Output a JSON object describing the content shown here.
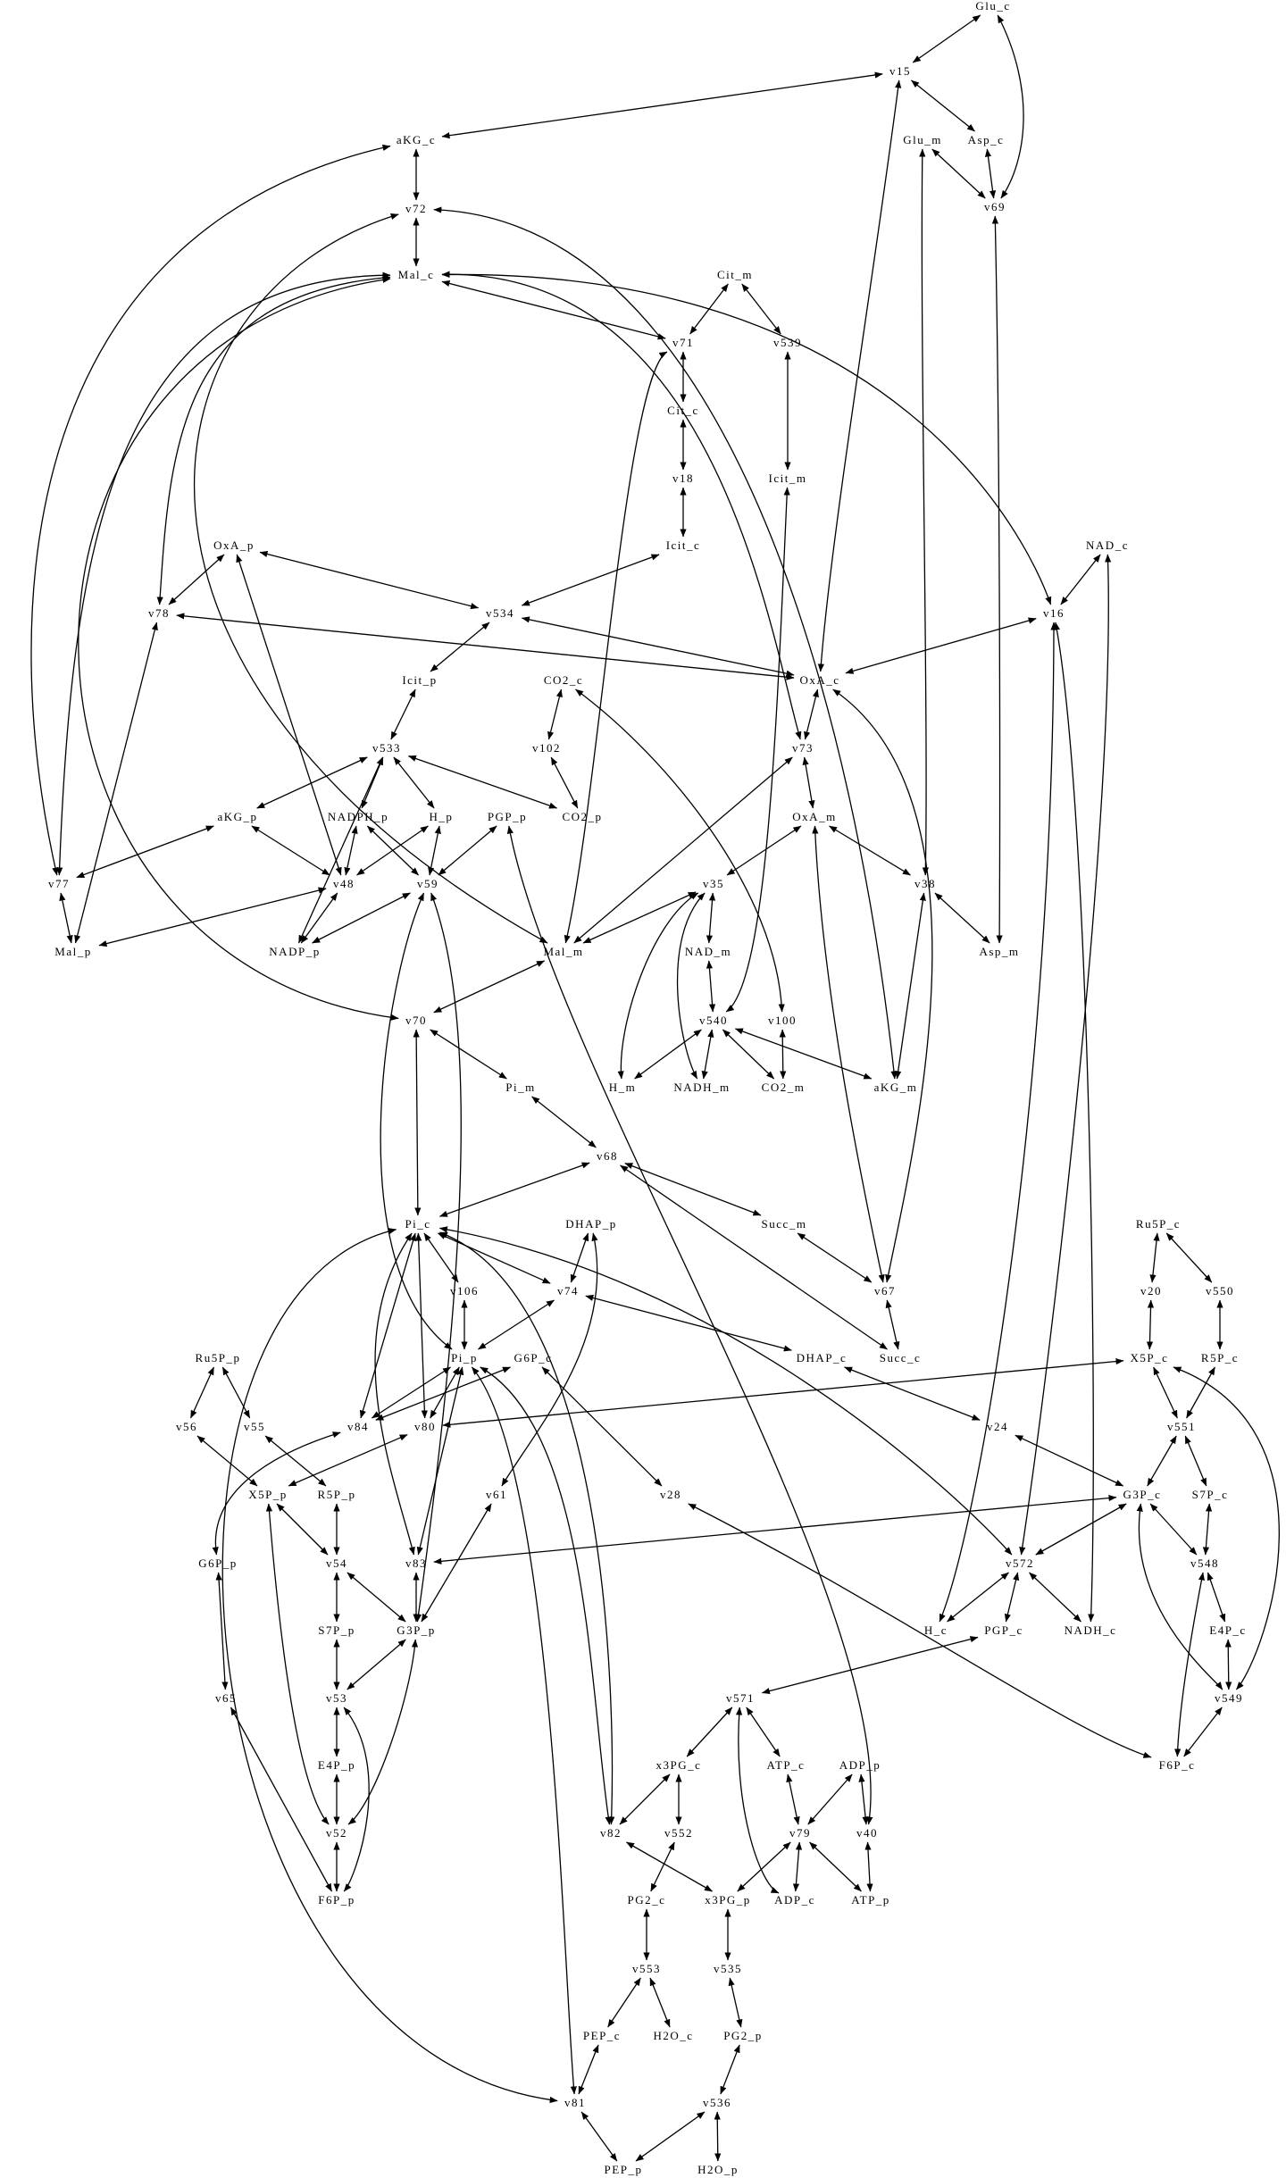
{
  "diagram": {
    "title": "",
    "nodes": [
      {
        "id": "Glu_c",
        "label": "Glu_c"
      },
      {
        "id": "v15",
        "label": "v15"
      },
      {
        "id": "Glu_m",
        "label": "Glu_m"
      },
      {
        "id": "Asp_c",
        "label": "Asp_c"
      },
      {
        "id": "aKG_c",
        "label": "aKG_c"
      },
      {
        "id": "v69",
        "label": "v69"
      },
      {
        "id": "v72",
        "label": "v72"
      },
      {
        "id": "Mal_c",
        "label": "Mal_c"
      },
      {
        "id": "Cit_m",
        "label": "Cit_m"
      },
      {
        "id": "v71",
        "label": "v71"
      },
      {
        "id": "v539",
        "label": "v539"
      },
      {
        "id": "Cit_c",
        "label": "Cit_c"
      },
      {
        "id": "v18",
        "label": "v18"
      },
      {
        "id": "Icit_m",
        "label": "Icit_m"
      },
      {
        "id": "Icit_c",
        "label": "Icit_c"
      },
      {
        "id": "NAD_c",
        "label": "NAD_c"
      },
      {
        "id": "OxA_p",
        "label": "OxA_p"
      },
      {
        "id": "v78",
        "label": "v78"
      },
      {
        "id": "v534",
        "label": "v534"
      },
      {
        "id": "v16",
        "label": "v16"
      },
      {
        "id": "OxA_c",
        "label": "OxA_c"
      },
      {
        "id": "Icit_p",
        "label": "Icit_p"
      },
      {
        "id": "CO2_c",
        "label": "CO2_c"
      },
      {
        "id": "v533",
        "label": "v533"
      },
      {
        "id": "v102",
        "label": "v102"
      },
      {
        "id": "v73",
        "label": "v73"
      },
      {
        "id": "aKG_p",
        "label": "aKG_p"
      },
      {
        "id": "NADPH_p",
        "label": "NADPH_p"
      },
      {
        "id": "H_p",
        "label": "H_p"
      },
      {
        "id": "PGP_p",
        "label": "PGP_p"
      },
      {
        "id": "CO2_p",
        "label": "CO2_p"
      },
      {
        "id": "OxA_m",
        "label": "OxA_m"
      },
      {
        "id": "v77",
        "label": "v77"
      },
      {
        "id": "v48",
        "label": "v48"
      },
      {
        "id": "v59",
        "label": "v59"
      },
      {
        "id": "v35",
        "label": "v35"
      },
      {
        "id": "v38",
        "label": "v38"
      },
      {
        "id": "Mal_p",
        "label": "Mal_p"
      },
      {
        "id": "NADP_p",
        "label": "NADP_p"
      },
      {
        "id": "Mal_m",
        "label": "Mal_m"
      },
      {
        "id": "NAD_m",
        "label": "NAD_m"
      },
      {
        "id": "Asp_m",
        "label": "Asp_m"
      },
      {
        "id": "v70",
        "label": "v70"
      },
      {
        "id": "v540",
        "label": "v540"
      },
      {
        "id": "v100",
        "label": "v100"
      },
      {
        "id": "H_m",
        "label": "H_m"
      },
      {
        "id": "NADH_m",
        "label": "NADH_m"
      },
      {
        "id": "CO2_m",
        "label": "CO2_m"
      },
      {
        "id": "aKG_m",
        "label": "aKG_m"
      },
      {
        "id": "Pi_m",
        "label": "Pi_m"
      },
      {
        "id": "v68",
        "label": "v68"
      },
      {
        "id": "Pi_c",
        "label": "Pi_c"
      },
      {
        "id": "DHAP_p",
        "label": "DHAP_p"
      },
      {
        "id": "Succ_m",
        "label": "Succ_m"
      },
      {
        "id": "Ru5P_c",
        "label": "Ru5P_c"
      },
      {
        "id": "v106",
        "label": "v106"
      },
      {
        "id": "v74",
        "label": "v74"
      },
      {
        "id": "v67",
        "label": "v67"
      },
      {
        "id": "v20",
        "label": "v20"
      },
      {
        "id": "v550",
        "label": "v550"
      },
      {
        "id": "Ru5P_p",
        "label": "Ru5P_p"
      },
      {
        "id": "Pi_p",
        "label": "Pi_p"
      },
      {
        "id": "G6P_c",
        "label": "G6P_c"
      },
      {
        "id": "DHAP_c",
        "label": "DHAP_c"
      },
      {
        "id": "Succ_c",
        "label": "Succ_c"
      },
      {
        "id": "X5P_c",
        "label": "X5P_c"
      },
      {
        "id": "R5P_c",
        "label": "R5P_c"
      },
      {
        "id": "v56",
        "label": "v56"
      },
      {
        "id": "v55",
        "label": "v55"
      },
      {
        "id": "v84",
        "label": "v84"
      },
      {
        "id": "v80",
        "label": "v80"
      },
      {
        "id": "v24",
        "label": "v24"
      },
      {
        "id": "v551",
        "label": "v551"
      },
      {
        "id": "X5P_p",
        "label": "X5P_p"
      },
      {
        "id": "R5P_p",
        "label": "R5P_p"
      },
      {
        "id": "v61",
        "label": "v61"
      },
      {
        "id": "v28",
        "label": "v28"
      },
      {
        "id": "G3P_c",
        "label": "G3P_c"
      },
      {
        "id": "S7P_c",
        "label": "S7P_c"
      },
      {
        "id": "G6P_p",
        "label": "G6P_p"
      },
      {
        "id": "v54",
        "label": "v54"
      },
      {
        "id": "v83",
        "label": "v83"
      },
      {
        "id": "v572",
        "label": "v572"
      },
      {
        "id": "v548",
        "label": "v548"
      },
      {
        "id": "S7P_p",
        "label": "S7P_p"
      },
      {
        "id": "G3P_p",
        "label": "G3P_p"
      },
      {
        "id": "H_c",
        "label": "H_c"
      },
      {
        "id": "PGP_c",
        "label": "PGP_c"
      },
      {
        "id": "NADH_c",
        "label": "NADH_c"
      },
      {
        "id": "E4P_c",
        "label": "E4P_c"
      },
      {
        "id": "v65",
        "label": "v65"
      },
      {
        "id": "v53",
        "label": "v53"
      },
      {
        "id": "v571",
        "label": "v571"
      },
      {
        "id": "v549",
        "label": "v549"
      },
      {
        "id": "E4P_p",
        "label": "E4P_p"
      },
      {
        "id": "x3PG_c",
        "label": "x3PG_c"
      },
      {
        "id": "ATP_c",
        "label": "ATP_c"
      },
      {
        "id": "ADP_p",
        "label": "ADP_p"
      },
      {
        "id": "F6P_c",
        "label": "F6P_c"
      },
      {
        "id": "v52",
        "label": "v52"
      },
      {
        "id": "v82",
        "label": "v82"
      },
      {
        "id": "v552",
        "label": "v552"
      },
      {
        "id": "v79",
        "label": "v79"
      },
      {
        "id": "v40",
        "label": "v40"
      },
      {
        "id": "F6P_p",
        "label": "F6P_p"
      },
      {
        "id": "PG2_c",
        "label": "PG2_c"
      },
      {
        "id": "x3PG_p",
        "label": "x3PG_p"
      },
      {
        "id": "ADP_c",
        "label": "ADP_c"
      },
      {
        "id": "ATP_p",
        "label": "ATP_p"
      },
      {
        "id": "v553",
        "label": "v553"
      },
      {
        "id": "v535",
        "label": "v535"
      },
      {
        "id": "PEP_c",
        "label": "PEP_c"
      },
      {
        "id": "H2O_c",
        "label": "H2O_c"
      },
      {
        "id": "PG2_p",
        "label": "PG2_p"
      },
      {
        "id": "v81",
        "label": "v81"
      },
      {
        "id": "v536",
        "label": "v536"
      },
      {
        "id": "PEP_p",
        "label": "PEP_p"
      },
      {
        "id": "H2O_p",
        "label": "H2O_p"
      }
    ],
    "edges": [
      [
        "Glu_c",
        "v15"
      ],
      [
        "v15",
        "aKG_c"
      ],
      [
        "v15",
        "Asp_c"
      ],
      [
        "v15",
        "OxA_c"
      ],
      [
        "Glu_c",
        "v69"
      ],
      [
        "Glu_m",
        "v69"
      ],
      [
        "Asp_c",
        "v69"
      ],
      [
        "v69",
        "Asp_m"
      ],
      [
        "Glu_m",
        "v38"
      ],
      [
        "aKG_c",
        "v72"
      ],
      [
        "aKG_c",
        "v77"
      ],
      [
        "v72",
        "Mal_c"
      ],
      [
        "v72",
        "aKG_m"
      ],
      [
        "v72",
        "Mal_m"
      ],
      [
        "Mal_c",
        "v71"
      ],
      [
        "Mal_c",
        "v78"
      ],
      [
        "Mal_c",
        "v77"
      ],
      [
        "Mal_c",
        "v70"
      ],
      [
        "Mal_c",
        "v73"
      ],
      [
        "Mal_c",
        "v16"
      ],
      [
        "Cit_m",
        "v71"
      ],
      [
        "Cit_m",
        "v539"
      ],
      [
        "v71",
        "Cit_c"
      ],
      [
        "v71",
        "Mal_m"
      ],
      [
        "Cit_c",
        "v18"
      ],
      [
        "v18",
        "Icit_c"
      ],
      [
        "v539",
        "Icit_m"
      ],
      [
        "Icit_m",
        "v540"
      ],
      [
        "Icit_c",
        "v534"
      ],
      [
        "OxA_p",
        "v534"
      ],
      [
        "OxA_p",
        "v78"
      ],
      [
        "OxA_p",
        "v48"
      ],
      [
        "v534",
        "OxA_c"
      ],
      [
        "v534",
        "Icit_p"
      ],
      [
        "v78",
        "OxA_c"
      ],
      [
        "v78",
        "Mal_p"
      ],
      [
        "NAD_c",
        "v16"
      ],
      [
        "v16",
        "OxA_c"
      ],
      [
        "v16",
        "H_c"
      ],
      [
        "v16",
        "NADH_c"
      ],
      [
        "NAD_c",
        "v572"
      ],
      [
        "OxA_c",
        "v73"
      ],
      [
        "OxA_c",
        "v67"
      ],
      [
        "v73",
        "OxA_m"
      ],
      [
        "v73",
        "Mal_m"
      ],
      [
        "Icit_p",
        "v533"
      ],
      [
        "v533",
        "aKG_p"
      ],
      [
        "v533",
        "NADPH_p"
      ],
      [
        "v533",
        "H_p"
      ],
      [
        "v533",
        "CO2_p"
      ],
      [
        "v533",
        "NADP_p"
      ],
      [
        "CO2_c",
        "v102"
      ],
      [
        "v102",
        "CO2_p"
      ],
      [
        "CO2_c",
        "v100"
      ],
      [
        "v100",
        "CO2_m"
      ],
      [
        "NADPH_p",
        "v48"
      ],
      [
        "NADPH_p",
        "v59"
      ],
      [
        "H_p",
        "v48"
      ],
      [
        "H_p",
        "v59"
      ],
      [
        "PGP_p",
        "v59"
      ],
      [
        "PGP_p",
        "v40"
      ],
      [
        "aKG_p",
        "v77"
      ],
      [
        "aKG_p",
        "v48"
      ],
      [
        "v77",
        "Mal_p"
      ],
      [
        "v48",
        "Mal_p"
      ],
      [
        "v48",
        "NADP_p"
      ],
      [
        "v59",
        "NADP_p"
      ],
      [
        "v59",
        "Pi_p"
      ],
      [
        "v59",
        "G3P_p"
      ],
      [
        "OxA_m",
        "v35"
      ],
      [
        "OxA_m",
        "v38"
      ],
      [
        "OxA_m",
        "v67"
      ],
      [
        "v35",
        "Mal_m"
      ],
      [
        "v35",
        "NAD_m"
      ],
      [
        "v35",
        "H_m"
      ],
      [
        "v35",
        "NADH_m"
      ],
      [
        "v38",
        "Asp_m"
      ],
      [
        "v38",
        "aKG_m"
      ],
      [
        "Mal_m",
        "v70"
      ],
      [
        "NAD_m",
        "v540"
      ],
      [
        "v540",
        "H_m"
      ],
      [
        "v540",
        "NADH_m"
      ],
      [
        "v540",
        "CO2_m"
      ],
      [
        "v540",
        "aKG_m"
      ],
      [
        "v70",
        "Pi_m"
      ],
      [
        "v70",
        "Pi_c"
      ],
      [
        "Pi_m",
        "v68"
      ],
      [
        "v68",
        "Pi_c"
      ],
      [
        "v68",
        "Succ_m"
      ],
      [
        "v68",
        "Succ_c"
      ],
      [
        "Succ_m",
        "v67"
      ],
      [
        "v67",
        "Succ_c"
      ],
      [
        "Pi_c",
        "v106"
      ],
      [
        "Pi_c",
        "v74"
      ],
      [
        "Pi_c",
        "v84"
      ],
      [
        "Pi_c",
        "v80"
      ],
      [
        "Pi_c",
        "v83"
      ],
      [
        "Pi_c",
        "v82"
      ],
      [
        "Pi_c",
        "v572"
      ],
      [
        "Pi_c",
        "v81"
      ],
      [
        "v106",
        "Pi_p"
      ],
      [
        "DHAP_p",
        "v74"
      ],
      [
        "DHAP_p",
        "v61"
      ],
      [
        "v74",
        "Pi_p"
      ],
      [
        "v74",
        "DHAP_c"
      ],
      [
        "DHAP_c",
        "v24"
      ],
      [
        "Ru5P_c",
        "v20"
      ],
      [
        "Ru5P_c",
        "v550"
      ],
      [
        "v20",
        "X5P_c"
      ],
      [
        "v550",
        "R5P_c"
      ],
      [
        "X5P_c",
        "v551"
      ],
      [
        "X5P_c",
        "v80"
      ],
      [
        "X5P_c",
        "v549"
      ],
      [
        "R5P_c",
        "v551"
      ],
      [
        "Ru5P_p",
        "v56"
      ],
      [
        "Ru5P_p",
        "v55"
      ],
      [
        "v56",
        "X5P_p"
      ],
      [
        "v55",
        "R5P_p"
      ],
      [
        "Pi_p",
        "v84"
      ],
      [
        "Pi_p",
        "v80"
      ],
      [
        "Pi_p",
        "v83"
      ],
      [
        "Pi_p",
        "v82"
      ],
      [
        "Pi_p",
        "v81"
      ],
      [
        "G6P_c",
        "v84"
      ],
      [
        "G6P_c",
        "v28"
      ],
      [
        "G6P_p",
        "v84"
      ],
      [
        "v80",
        "X5P_p"
      ],
      [
        "v24",
        "G3P_c"
      ],
      [
        "v551",
        "G3P_c"
      ],
      [
        "v551",
        "S7P_c"
      ],
      [
        "X5P_p",
        "v54"
      ],
      [
        "X5P_p",
        "v52"
      ],
      [
        "R5P_p",
        "v54"
      ],
      [
        "v61",
        "G3P_p"
      ],
      [
        "v28",
        "F6P_c"
      ],
      [
        "G3P_c",
        "v572"
      ],
      [
        "G3P_c",
        "v548"
      ],
      [
        "G3P_c",
        "v549"
      ],
      [
        "G3P_c",
        "v83"
      ],
      [
        "S7P_c",
        "v548"
      ],
      [
        "G6P_p",
        "v65"
      ],
      [
        "v54",
        "S7P_p"
      ],
      [
        "v54",
        "G3P_p"
      ],
      [
        "v83",
        "G3P_p"
      ],
      [
        "v572",
        "H_c"
      ],
      [
        "v572",
        "PGP_c"
      ],
      [
        "v572",
        "NADH_c"
      ],
      [
        "v548",
        "E4P_c"
      ],
      [
        "v548",
        "F6P_c"
      ],
      [
        "S7P_p",
        "v53"
      ],
      [
        "G3P_p",
        "v53"
      ],
      [
        "G3P_p",
        "v52"
      ],
      [
        "PGP_c",
        "v571"
      ],
      [
        "E4P_c",
        "v549"
      ],
      [
        "v65",
        "F6P_p"
      ],
      [
        "v53",
        "E4P_p"
      ],
      [
        "v53",
        "F6P_p"
      ],
      [
        "v571",
        "x3PG_c"
      ],
      [
        "v571",
        "ATP_c"
      ],
      [
        "v571",
        "ADP_c"
      ],
      [
        "v549",
        "F6P_c"
      ],
      [
        "E4P_p",
        "v52"
      ],
      [
        "x3PG_c",
        "v82"
      ],
      [
        "x3PG_c",
        "v552"
      ],
      [
        "ATP_c",
        "v79"
      ],
      [
        "ADP_p",
        "v79"
      ],
      [
        "ADP_p",
        "v40"
      ],
      [
        "v52",
        "F6P_p"
      ],
      [
        "v82",
        "x3PG_p"
      ],
      [
        "v552",
        "PG2_c"
      ],
      [
        "v79",
        "x3PG_p"
      ],
      [
        "v79",
        "ADP_c"
      ],
      [
        "v79",
        "ATP_p"
      ],
      [
        "v40",
        "ATP_p"
      ],
      [
        "PG2_c",
        "v553"
      ],
      [
        "x3PG_p",
        "v535"
      ],
      [
        "v553",
        "PEP_c"
      ],
      [
        "v553",
        "H2O_c"
      ],
      [
        "v535",
        "PG2_p"
      ],
      [
        "PEP_c",
        "v81"
      ],
      [
        "PG2_p",
        "v536"
      ],
      [
        "v81",
        "PEP_p"
      ],
      [
        "v536",
        "PEP_p"
      ],
      [
        "v536",
        "H2O_p"
      ]
    ]
  }
}
